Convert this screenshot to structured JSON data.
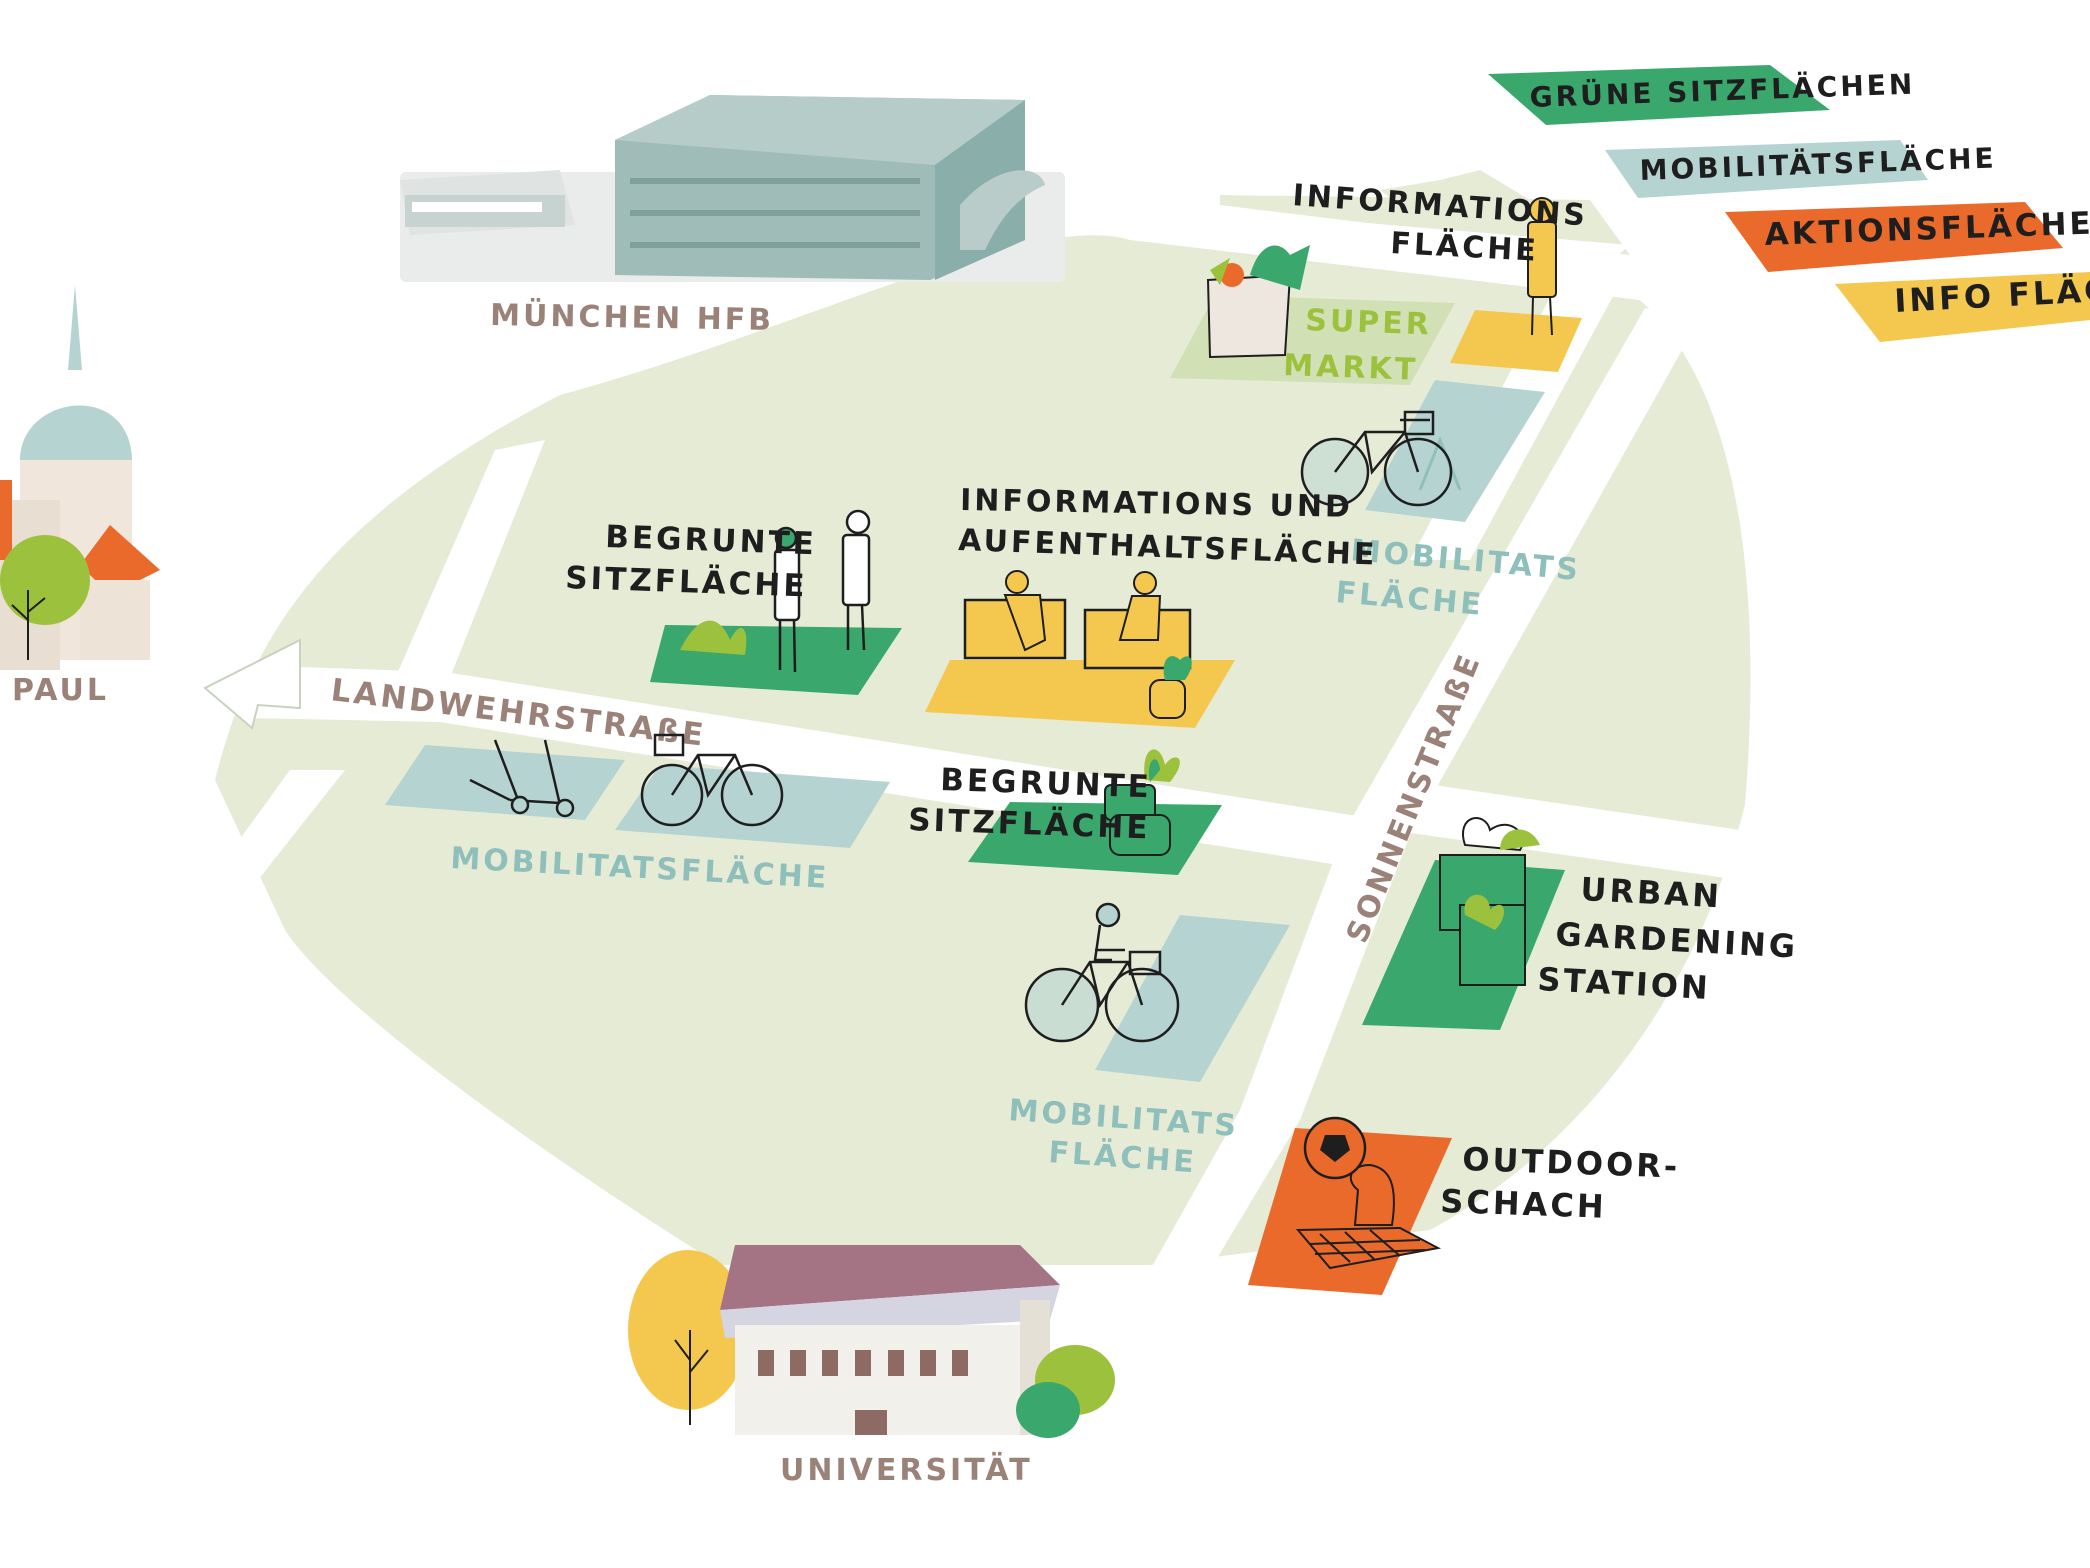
{
  "colors": {
    "ground": "#e6ebd6",
    "street": "#ffffff",
    "green_area": "#3aa76d",
    "mobility_area": "#b5d3d1",
    "action_area": "#ea6a2c",
    "info_area": "#f4c84f",
    "label_brown": "#9b8279",
    "label_teal": "#8fbfbb",
    "label_green": "#9cc13c",
    "label_dark": "#1e1e1e"
  },
  "legend": {
    "items": [
      {
        "label": "GRÜNE SITZFLÄCHEN",
        "color": "#3aa76d"
      },
      {
        "label": "MOBILITÄTSFLÄCHE",
        "color": "#b5d3d1"
      },
      {
        "label": "AKTIONSFLÄCHEN",
        "color": "#ea6a2c"
      },
      {
        "label": "INFO FLÄCHE",
        "color": "#f4c84f"
      }
    ]
  },
  "landmarks": {
    "station": "MÜNCHEN HFB",
    "church": "PAUL",
    "university": "UNIVERSITÄT"
  },
  "streets": {
    "landwehr": "LANDWEHRSTRAßE",
    "sonnen": "SONNENSTRAßE"
  },
  "areas": {
    "info_top_1": "INFORMATIONS",
    "info_top_2": "FLÄCHE",
    "supermarkt_1": "SUPER",
    "supermarkt_2": "MARKT",
    "mobil_ne_1": "MOBILITATS",
    "mobil_ne_2": "FLÄCHE",
    "green_seat_nw_1": "BEGRUNTE",
    "green_seat_nw_2": "SITZFLÄCHE",
    "info_stay_1": "INFORMATIONS UND",
    "info_stay_2": "AUFENTHALTSFLÄCHE",
    "mobil_w": "MOBILITATSFLÄCHE",
    "green_seat_c_1": "BEGRUNTE",
    "green_seat_c_2": "SITZFLÄCHE",
    "mobil_s_1": "MOBILITATS",
    "mobil_s_2": "FLÄCHE",
    "garden_1": "URBAN",
    "garden_2": "GARDENING",
    "garden_3": "STATION",
    "chess_1": "OUTDOOR-",
    "chess_2": "SCHACH"
  }
}
